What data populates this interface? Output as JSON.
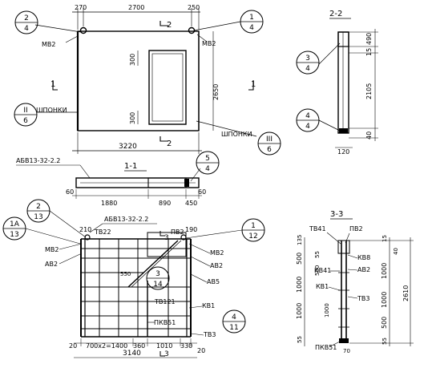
{
  "marks": {
    "t_2_4": {
      "num": "2",
      "den": "4"
    },
    "t_1_4_top": {
      "num": "1",
      "den": "4"
    },
    "t_2_6": {
      "num": "II",
      "den": "6"
    },
    "t_3_6": {
      "num": "III",
      "den": "6"
    },
    "t_3_4": {
      "num": "3",
      "den": "4"
    },
    "t_4_4": {
      "num": "4",
      "den": "4"
    },
    "t_5_4": {
      "num": "5",
      "den": "4"
    },
    "t_1a_13": {
      "num": "1А",
      "den": "13"
    },
    "t_2_13": {
      "num": "2",
      "den": "13"
    },
    "t_1_12": {
      "num": "1",
      "den": "12"
    },
    "t_3_14": {
      "num": "3",
      "den": "14"
    },
    "t_4_11": {
      "num": "4",
      "den": "11"
    }
  },
  "section_titles": {
    "s22": "2-2",
    "s11": "1-1",
    "s33": "3-3"
  },
  "cut_marks": {
    "a": "2",
    "b": "1",
    "c": "1",
    "d": "2",
    "e": "3",
    "f": "3"
  },
  "labels": {
    "mv2_a": "МВ2",
    "mv2_b": "МВ2",
    "mv2_c": "МВ2",
    "mv2_d": "МВ2",
    "shponki_a": "ШПОНКИ",
    "shponki_b": "ШПОНКИ",
    "abv_top": "АБВ13-32-2.2",
    "abv_mid": "АБВ13-32-2.2",
    "tv22": "ТВ22",
    "pv2_a": "ПВ2",
    "av2_a": "АВ2",
    "av2_b": "АВ2",
    "av5": "АВ5",
    "tv121": "ТВ121",
    "kv1": "КВ1",
    "pkv51": "ПКВ51",
    "tv3": "ТВ3",
    "tv41": "ТВ41",
    "pv2_b": "ПВ2",
    "kv8": "КВ8",
    "av2_c": "АВ2",
    "kv41": "КВ41",
    "kv1_b": "КВ1",
    "tv3_b": "ТВ3",
    "pkv51_b": "ПКВ51"
  },
  "dims": {
    "d270": "270",
    "d2700": "2700",
    "d250": "250",
    "d3220": "3220",
    "d2650": "2650",
    "d300a": "300",
    "d300b": "300",
    "d490": "490",
    "d15": "15",
    "d2105": "2105",
    "d40": "40",
    "d120": "120",
    "d60a": "60",
    "d1880": "1880",
    "d890": "890",
    "d450": "450",
    "d60b": "60",
    "d210": "210",
    "d190": "190",
    "d550": "550",
    "d20a": "20",
    "d700x2": "700х2=1400",
    "d360": "360",
    "d1010": "1010",
    "d330": "330",
    "d20b": "20",
    "d3140": "3140",
    "s135": "135",
    "s500": "500",
    "s55": "55",
    "s1000a": "1000",
    "s1000b": "1000",
    "s1000c": "1000",
    "s500b": "500",
    "s55b": "55",
    "s15": "15",
    "s40": "40",
    "s2610": "2610",
    "s1000d": "1000",
    "s1000e": "1000",
    "s500c": "500",
    "s55c": "55",
    "s70": "70"
  }
}
